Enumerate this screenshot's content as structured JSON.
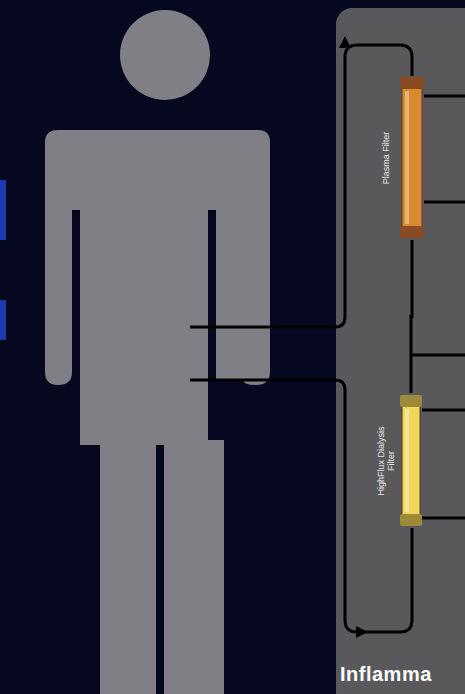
{
  "diagram": {
    "nodes": [
      {
        "text": [
          "Inflamma"
        ]
      },
      {
        "text": [
          "Plasma Filter"
        ],
        "in": 0
      },
      {
        "text": [
          "HighFlux Dialysis Filter"
        ],
        "in": 0
      }
    ],
    "edges": [
      {
        "from": 1,
        "to": 2,
        "arrow": "none"
      }
    ]
  }
}
